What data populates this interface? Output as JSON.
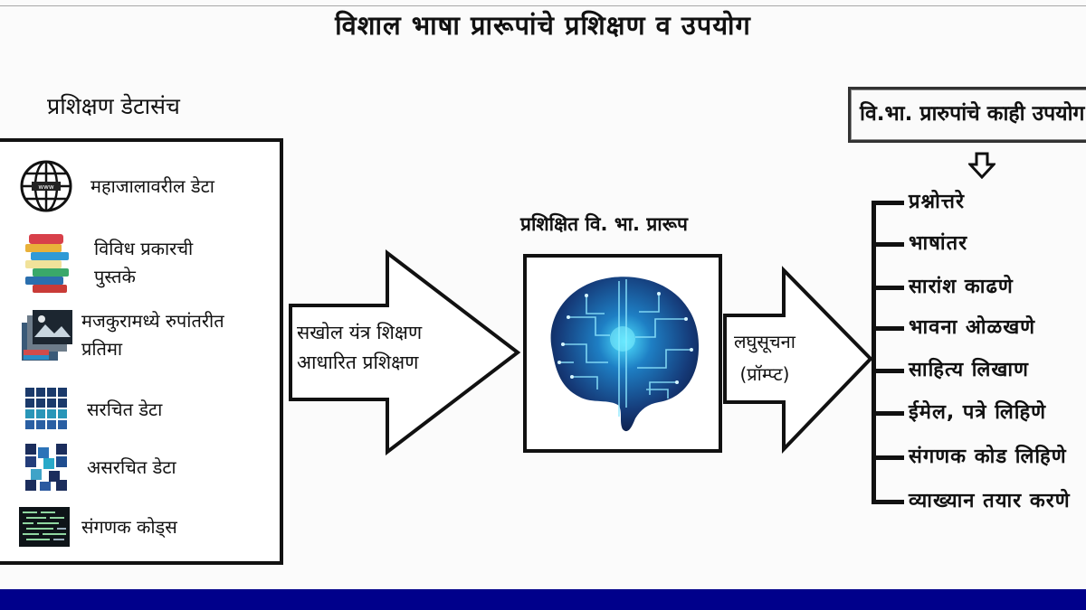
{
  "title": "विशाल भाषा प्रारूपांचे प्रशिक्षण व उपयोग",
  "dataset": {
    "heading": "प्रशिक्षण डेटासंच",
    "items": [
      {
        "icon": "globe-icon",
        "label_lines": [
          "महाजालावरील डेटा"
        ]
      },
      {
        "icon": "books-icon",
        "label_lines": [
          "विविध प्रकारची",
          "पुस्तके"
        ]
      },
      {
        "icon": "images-icon",
        "label_lines": [
          "मजकुरामध्ये रुपांतरीत",
          "प्रतिमा"
        ]
      },
      {
        "icon": "structured-grid-icon",
        "label_lines": [
          "सरचित डेटा"
        ]
      },
      {
        "icon": "unstructured-grid-icon",
        "label_lines": [
          "असरचित डेटा"
        ]
      },
      {
        "icon": "code-screen-icon",
        "label_lines": [
          "संगणक कोड्स"
        ]
      }
    ]
  },
  "training_arrow": {
    "lines": [
      "सखोल यंत्र शिक्षण",
      "आधारित प्रशिक्षण"
    ]
  },
  "model": {
    "heading": "प्रशिक्षित वि. भा. प्रारूप",
    "icon": "circuit-brain-icon"
  },
  "prompt_arrow": {
    "lines": [
      "लघुसूचना",
      "(प्रॉम्प्ट)"
    ]
  },
  "uses": {
    "heading": "वि.भा. प्रारुपांचे काही उपयोग",
    "items": [
      "प्रश्नोत्तरे",
      "भाषांतर",
      "सारांश काढणे",
      "भावना ओळखणे",
      "साहित्य लिखाण",
      "ईमेल, पत्रे लिहिणे",
      "संगणक कोड लिहिणे",
      "व्याख्यान तयार करणे"
    ]
  },
  "colors": {
    "footer_bar": "#00008b",
    "brain_primary": "#1d5fa8",
    "brain_glow": "#3fd3ff",
    "outline": "#111111"
  }
}
